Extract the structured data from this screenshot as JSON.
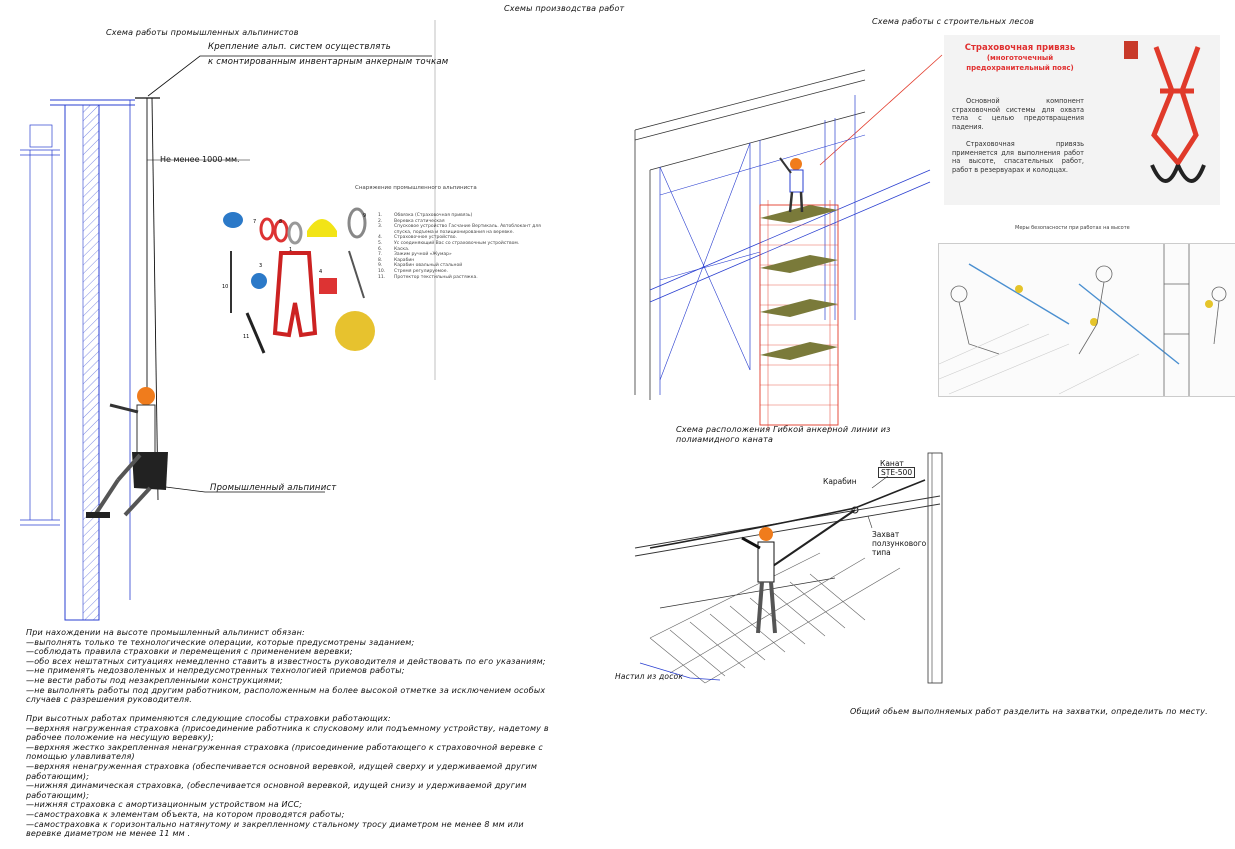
{
  "page_title": "Схемы производства работ",
  "alpinist": {
    "title": "Схема работы промышленных альпинистов",
    "anchor_note_1": "Крепление альп. систем осуществлять",
    "anchor_note_2": "к смонтированным инвентарным анкерным точкам",
    "distance_label": "Не менее 1000 мм.",
    "worker_label": "Промышленный альпинист",
    "equipment": {
      "title": "Снаряжение промышленного альпиниста",
      "items": [
        {
          "n": "1.",
          "text": "Обвязка (Страховочная привязь)"
        },
        {
          "n": "2.",
          "text": "Веревка статическая"
        },
        {
          "n": "3.",
          "text": "Спусковое устройство Гасчание Вертикаль. Автоблокант для"
        },
        {
          "n": "",
          "text": "спуска, подъема и позиционирования на веревке."
        },
        {
          "n": "4.",
          "text": "Страховочное устройство."
        },
        {
          "n": "5.",
          "text": "Ус соединяющий Вас со страховочным устройством."
        },
        {
          "n": "6.",
          "text": "Каска."
        },
        {
          "n": "7.",
          "text": "Зажим ручной «Жумар»"
        },
        {
          "n": "8.",
          "text": "Карабин"
        },
        {
          "n": "9.",
          "text": "Карабин овальный стальной"
        },
        {
          "n": "10.",
          "text": "Стремя регулируемое."
        },
        {
          "n": "11.",
          "text": "Протектор текстильный растяжка."
        }
      ]
    }
  },
  "scaffold": {
    "title": "Схема работы с строительных лесов",
    "harness": {
      "title_1": "Страховочная привязь",
      "title_2": "(многоточечный",
      "title_3": "предохранительный пояс)",
      "para_1": "Основной компонент страховочной системы для охвата тела с целью предотвращения падения.",
      "para_2": "Страховочная привязь применяется для выполнения работ на высоте, спасательных работ, работ в резервуарах и колодцах."
    },
    "safety_caption": "Меры безопасности при работах на высоте"
  },
  "anchor_line": {
    "title_1": "Схема расположения Гибкой анкерной линии из",
    "title_2": "полиамидного каната",
    "rope_label_1": "Канат",
    "rope_label_2": "STE-500",
    "carabiner_label": "Карабин",
    "grab_label_1": "Захват",
    "grab_label_2": "ползункового",
    "grab_label_3": "типа",
    "deck_label": "Настил из досок"
  },
  "bottom_note": "Общий обьем выполняемых работ разделить на захватки, определить по месту.",
  "rules_text": "При нахождении на высоте промышленный альпинист обязан:\n—выполнять только те технологические операции, которые предусмотрены заданием;\n—соблюдать правила страховки и перемещения с применением веревки;\n—обо всех нештатных ситуациях немедленно ставить в известность руководителя и действовать по его указаниям;\n—не применять недозволенных и непредусмотренных технологией приемов работы;\n—не вести работы под незакрепленными конструкциями;\n—не выполнять работы под другим работником, расположенным на более высокой отметке за исключением особых\nслучаев с разрешения руководителя.",
  "belay_text": "При высотных работах применяются следующие способы страховки работающих:\n—верхняя нагруженная страховка (присоединение работника к спусковому или подъемному устройству, надетому в\nрабочее положение на несущую веревку);\n—верхняя жестко закрепленная ненагруженная страховка (присоединение работающего к страховочной веревке с\nпомощью улавливателя)\n—верхняя ненагруженная страховка (обеспечивается основной веревкой, идущей сверху и удерживаемой другим\nработающим);\n—нижняя динамическая страховка, (обеспечивается основной веревкой, идущей снизу и удерживаемой другим\nработающим);\n—нижняя страховка с амортизационным устройством на ИСС;\n—самостраховка к элементам объекта, на котором проводятся работы;\n—самостраховка к горизонтально натянутому и закрепленному стальному тросу диаметром не менее 8 мм или\nверевке диаметром не менее 11 мм .",
  "colors": {
    "blue": "#2a3fd0",
    "red": "#e23a2a",
    "orange": "#f07c1c",
    "wood": "#7a7a3a"
  }
}
